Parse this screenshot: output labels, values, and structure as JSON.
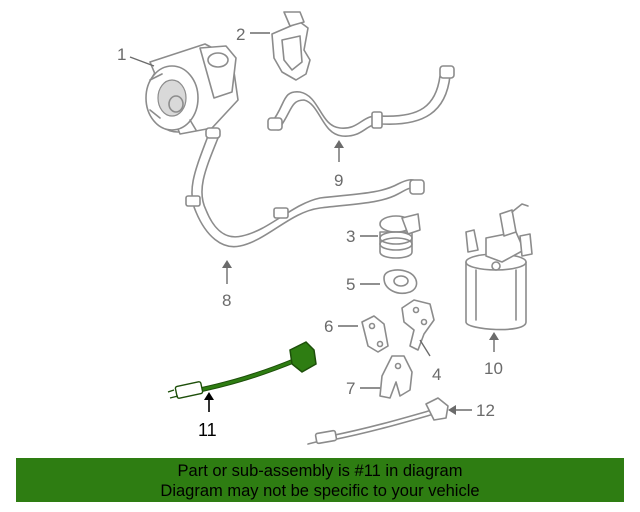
{
  "diagram": {
    "callouts": {
      "c1": "1",
      "c2": "2",
      "c3": "3",
      "c4": "4",
      "c5": "5",
      "c6": "6",
      "c7": "7",
      "c8": "8",
      "c9": "9",
      "c10": "10",
      "c11": "11",
      "c12": "12"
    },
    "highlighted_part": "11",
    "colors": {
      "highlight_part": "#2e7d12",
      "line_art": "#8c8c8c",
      "banner": "#2e7d12"
    }
  },
  "footer": {
    "line1": "Part or sub-assembly is #11 in diagram",
    "line2": "Diagram may not be specific to your vehicle"
  }
}
